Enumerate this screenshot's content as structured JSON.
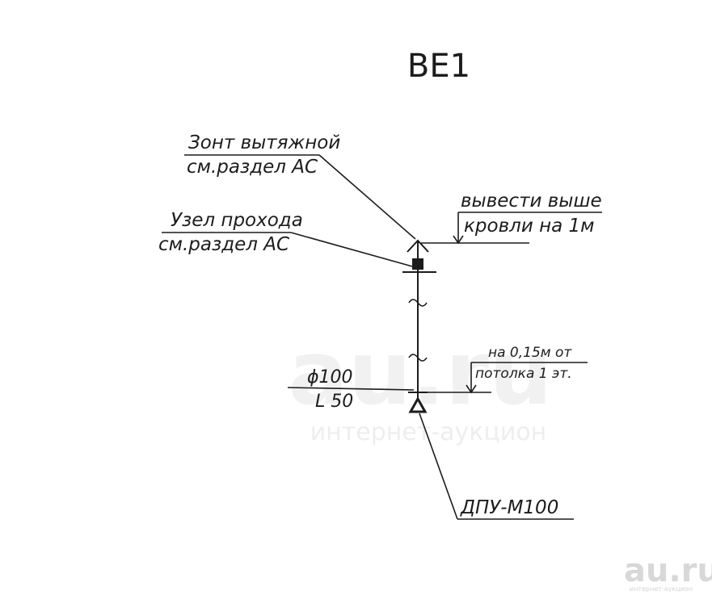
{
  "title": "ВЕ1",
  "labels": {
    "hood_line1": "Зонт вытяжной",
    "hood_line2": "см.раздел АС",
    "passage_line1": "Узел прохода",
    "passage_line2": "см.раздел АС",
    "roof_line1": "вывести выше",
    "roof_line2": "кровли на 1м",
    "ceiling_line1": "на 0,15м от",
    "ceiling_line2": "потолка 1 эт.",
    "diameter": "ϕ100",
    "length": "L 50",
    "valve": "ДПУ-М100"
  },
  "watermark": {
    "center_text": "au.ru",
    "center_subtext": "интернет-аукцион",
    "logo_text": "au.ru",
    "logo_subtext": "интернет-аукцион"
  },
  "colors": {
    "ink": "#1c1c1c",
    "paper": "#ffffff",
    "watermark": "#d8d8d8"
  }
}
